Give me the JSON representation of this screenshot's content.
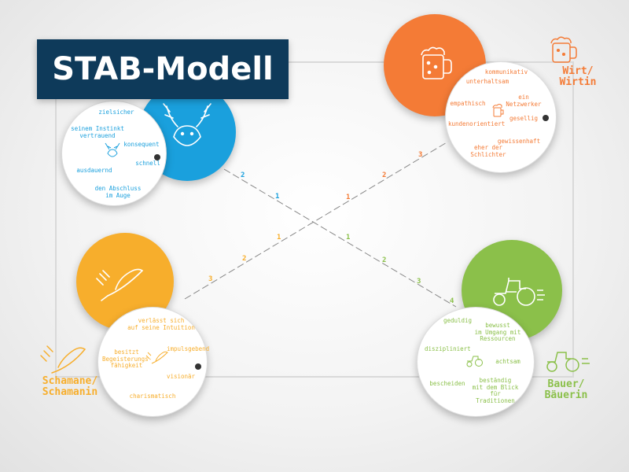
{
  "title": "STAB-Modell",
  "colors": {
    "blue": "#1aa0dd",
    "orange": "#f47b36",
    "yellow": "#f7ae2c",
    "green": "#8bc04a",
    "navy": "#0e3a5a"
  },
  "types": {
    "hirsch": {
      "icon": "deer-icon",
      "traits": [
        "zielsicher",
        "schnell",
        "konsequent",
        "seinem Instinkt\nvertrauend",
        "ausdauernd",
        "den Abschluss\nim Auge"
      ]
    },
    "wirt": {
      "name": "Wirt/\nWirtin",
      "icon": "beer-mug-icon",
      "traits": [
        "kommunikativ",
        "unterhaltsam",
        "ein Netzwerker",
        "empathisch",
        "gesellig",
        "kundenorientiert",
        "gewissenhaft",
        "eher der\nSchlichter"
      ]
    },
    "schamane": {
      "name": "Schamane/\nSchamanin",
      "icon": "feather-icon",
      "traits": [
        "verlässt sich\nauf seine Intuition",
        "impulsgebend",
        "besitzt\nBegeisterungs-\nfähigkeit",
        "visionär",
        "charismatisch"
      ]
    },
    "bauer": {
      "name": "Bauer/\nBäuerin",
      "icon": "tractor-icon",
      "traits": [
        "geduldig",
        "bewusst\nim Umgang mit\nRessourcen",
        "diszipliniert",
        "achtsam",
        "bescheiden",
        "beständig\nmit dem Blick für\nTraditionen"
      ]
    }
  },
  "connector_numbers": {
    "hirsch_bauer": [
      "2",
      "1",
      "1",
      "2",
      "3",
      "4"
    ],
    "schamane_wirt": [
      "3",
      "2",
      "1",
      "1",
      "2",
      "3"
    ]
  }
}
